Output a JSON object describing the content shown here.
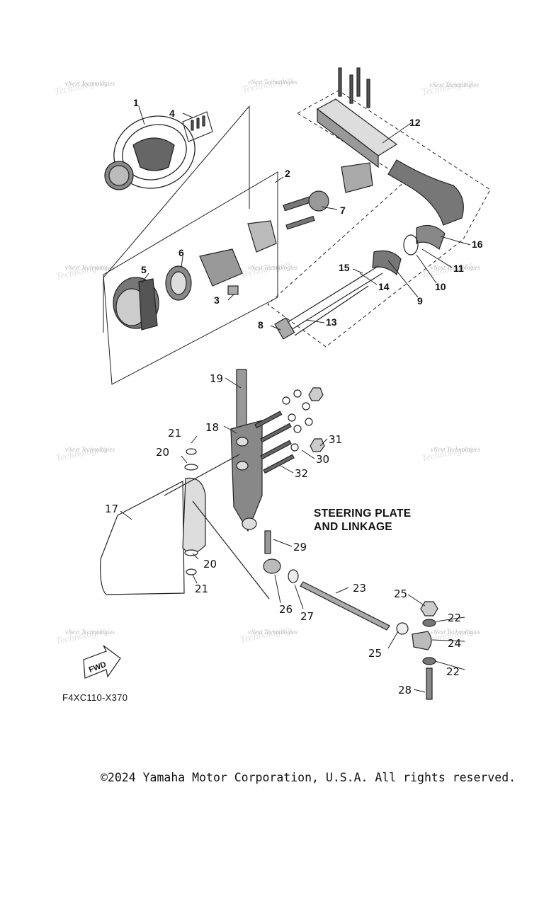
{
  "diagram": {
    "title_line1": "STEERING PLATE",
    "title_line2": "AND LINKAGE",
    "code": "F4XC110-X370",
    "copyright": "©2024 Yamaha Motor Corporation, U.S.A. All rights reserved.",
    "watermark_line1": "vNext Technologies",
    "watermark_line2": "Technologies",
    "fwd_label": "FWD",
    "callouts": [
      "1",
      "2",
      "3",
      "4",
      "5",
      "6",
      "7",
      "8",
      "9",
      "10",
      "11",
      "12",
      "13",
      "14",
      "15",
      "16",
      "17",
      "18",
      "19",
      "20",
      "20",
      "21",
      "21",
      "22",
      "22",
      "23",
      "24",
      "25",
      "25",
      "26",
      "27",
      "28",
      "29",
      "30",
      "31",
      "32"
    ]
  }
}
